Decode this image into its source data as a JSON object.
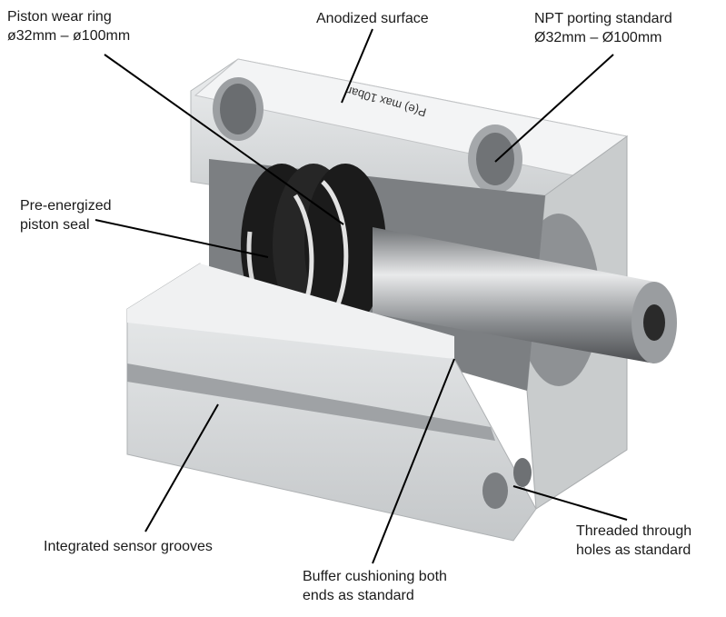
{
  "labels": {
    "wear_ring": {
      "line1": "Piston wear ring",
      "line2": "ø32mm – ø100mm"
    },
    "anodized": {
      "line1": "Anodized surface"
    },
    "npt": {
      "line1": "NPT porting standard",
      "line2": "Ø32mm – Ø100mm"
    },
    "seal": {
      "line1": "Pre-energized",
      "line2": "piston seal"
    },
    "grooves": {
      "line1": "Integrated sensor grooves"
    },
    "buffer": {
      "line1": "Buffer cushioning both",
      "line2": "ends as standard"
    },
    "threaded": {
      "line1": "Threaded through",
      "line2": "holes as standard"
    }
  },
  "product_marking": "P(e) max 10bar",
  "colors": {
    "aluminum": "#d9dbdc",
    "aluminum_dark": "#aeb1b3",
    "seal": "#1b1b1b",
    "leader": "#000000"
  }
}
